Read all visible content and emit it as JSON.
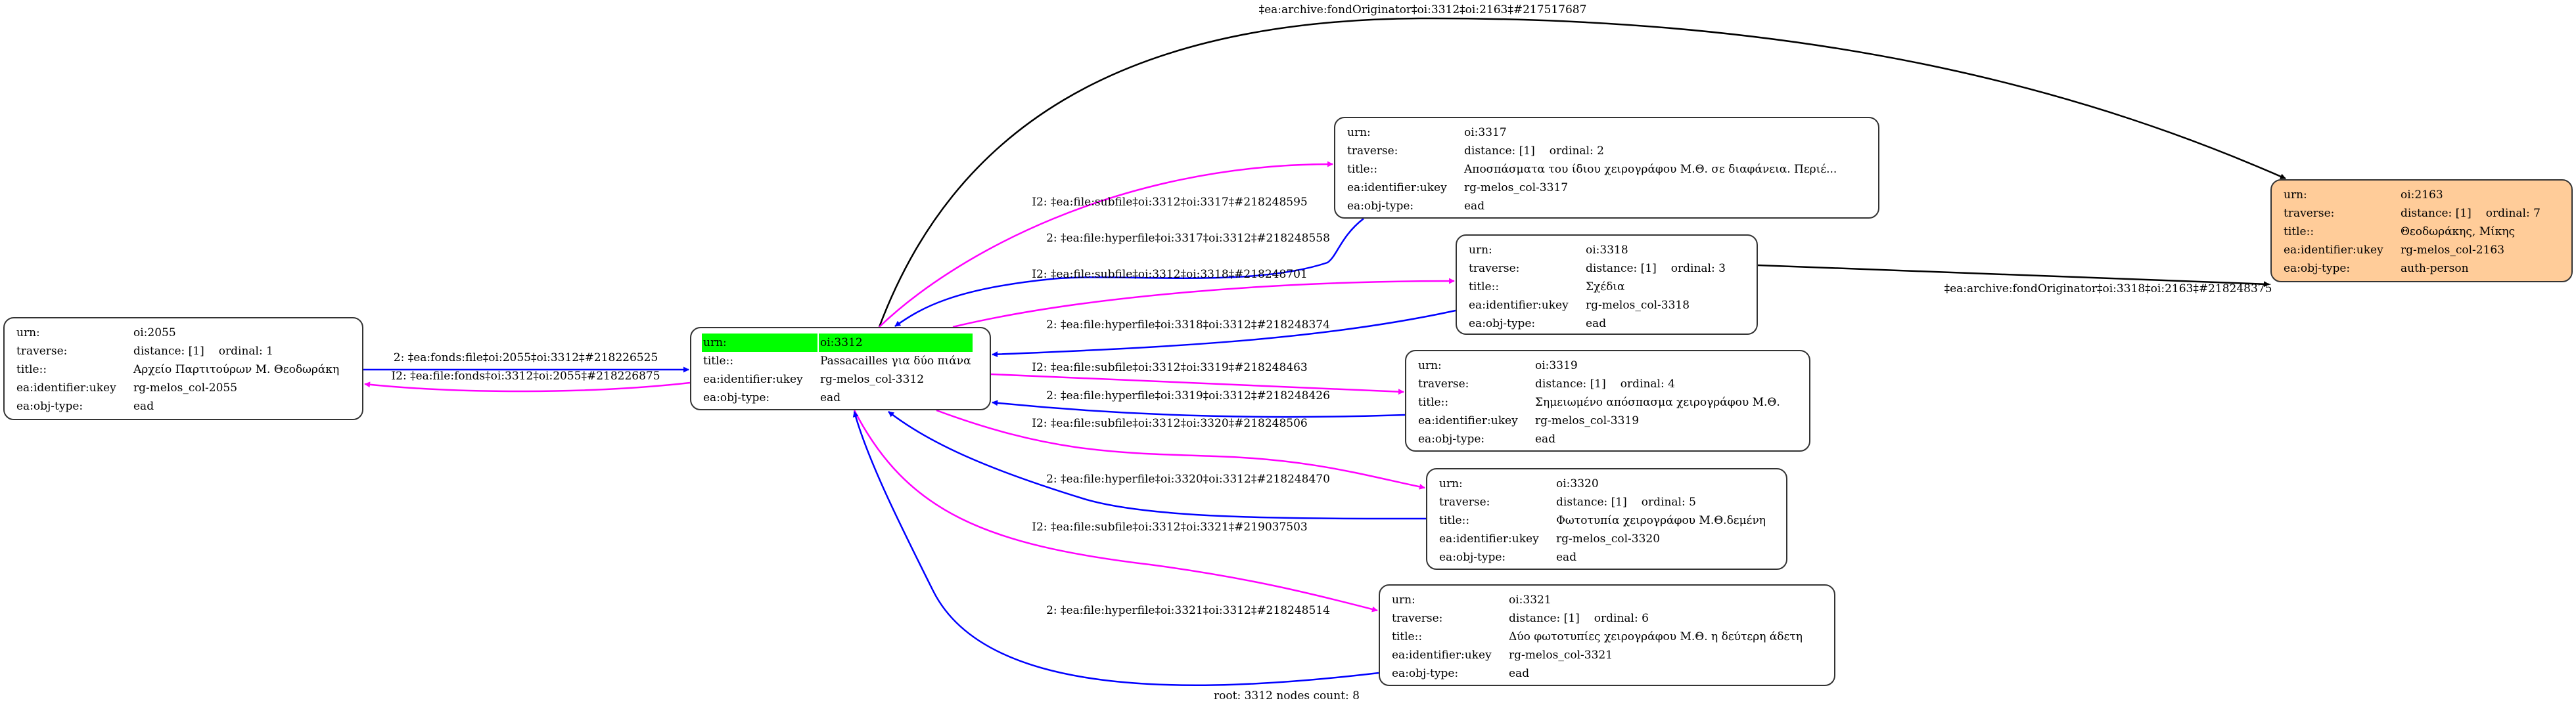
{
  "colors": {
    "forward": "#ff00ff",
    "backward": "#0000ff",
    "archive": "#000000",
    "root_highlight": "#00ff00",
    "auth_fill": "#ffcc99"
  },
  "nodes": [
    {
      "id": "2055",
      "rows": [
        {
          "label": "urn:",
          "value": "oi:2055"
        },
        {
          "label": "traverse:",
          "value": "distance: [1]",
          "value2": "ordinal: 1"
        },
        {
          "label": "title::",
          "value": "Αρχείο Παρτιτούρων Μ. Θεοδωράκη"
        },
        {
          "label": "ea:identifier:ukey",
          "value": "rg-melos_col-2055"
        },
        {
          "label": "ea:obj-type:",
          "value": "ead"
        }
      ]
    },
    {
      "id": "3312",
      "root": true,
      "rows": [
        {
          "label": "urn:",
          "value": "oi:3312"
        },
        {
          "label": "title::",
          "value": "Passacailles για δύο πιάνα"
        },
        {
          "label": "ea:identifier:ukey",
          "value": "rg-melos_col-3312"
        },
        {
          "label": "ea:obj-type:",
          "value": "ead"
        }
      ]
    },
    {
      "id": "3317",
      "rows": [
        {
          "label": "urn:",
          "value": "oi:3317"
        },
        {
          "label": "traverse:",
          "value": "distance: [1]",
          "value2": "ordinal: 2"
        },
        {
          "label": "title::",
          "value": "Αποσπάσματα του ίδιου χειρογράφου Μ.Θ. σε διαφάνεια. Περιέ..."
        },
        {
          "label": "ea:identifier:ukey",
          "value": "rg-melos_col-3317"
        },
        {
          "label": "ea:obj-type:",
          "value": "ead"
        }
      ]
    },
    {
      "id": "3318",
      "rows": [
        {
          "label": "urn:",
          "value": "oi:3318"
        },
        {
          "label": "traverse:",
          "value": "distance: [1]",
          "value2": "ordinal: 3"
        },
        {
          "label": "title::",
          "value": "Σχέδια"
        },
        {
          "label": "ea:identifier:ukey",
          "value": "rg-melos_col-3318"
        },
        {
          "label": "ea:obj-type:",
          "value": "ead"
        }
      ]
    },
    {
      "id": "3319",
      "rows": [
        {
          "label": "urn:",
          "value": "oi:3319"
        },
        {
          "label": "traverse:",
          "value": "distance: [1]",
          "value2": "ordinal: 4"
        },
        {
          "label": "title::",
          "value": "Σημειωμένο απόσπασμα χειρογράφου Μ.Θ."
        },
        {
          "label": "ea:identifier:ukey",
          "value": "rg-melos_col-3319"
        },
        {
          "label": "ea:obj-type:",
          "value": "ead"
        }
      ]
    },
    {
      "id": "3320",
      "rows": [
        {
          "label": "urn:",
          "value": "oi:3320"
        },
        {
          "label": "traverse:",
          "value": "distance: [1]",
          "value2": "ordinal: 5"
        },
        {
          "label": "title::",
          "value": "Φωτοτυπία χειρογράφου Μ.Θ.δεμένη"
        },
        {
          "label": "ea:identifier:ukey",
          "value": "rg-melos_col-3320"
        },
        {
          "label": "ea:obj-type:",
          "value": "ead"
        }
      ]
    },
    {
      "id": "3321",
      "rows": [
        {
          "label": "urn:",
          "value": "oi:3321"
        },
        {
          "label": "traverse:",
          "value": "distance: [1]",
          "value2": "ordinal: 6"
        },
        {
          "label": "title::",
          "value": "Δύο φωτοτυπίες χειρογράφου Μ.Θ. η δεύτερη άδετη"
        },
        {
          "label": "ea:identifier:ukey",
          "value": "rg-melos_col-3321"
        },
        {
          "label": "ea:obj-type:",
          "value": "ead"
        }
      ]
    },
    {
      "id": "2163",
      "auth": true,
      "rows": [
        {
          "label": "urn:",
          "value": "oi:2163"
        },
        {
          "label": "traverse:",
          "value": "distance: [1]",
          "value2": "ordinal: 7"
        },
        {
          "label": "title::",
          "value": "Θεοδωράκης, Μίκης"
        },
        {
          "label": "ea:identifier:ukey",
          "value": "rg-melos_col-2163"
        },
        {
          "label": "ea:obj-type:",
          "value": "auth-person"
        }
      ]
    }
  ],
  "edges": [
    {
      "from": "2055",
      "to": "3312",
      "kind": "backward",
      "label": "2: ‡ea:fonds:file‡oi:2055‡oi:3312‡#218226525"
    },
    {
      "from": "3312",
      "to": "2055",
      "kind": "forward",
      "label": "I2: ‡ea:file:fonds‡oi:3312‡oi:2055‡#218226875"
    },
    {
      "from": "3312",
      "to": "2163",
      "kind": "archive",
      "label": "‡ea:archive:fondOriginator‡oi:3312‡oi:2163‡#217517687"
    },
    {
      "from": "3318",
      "to": "2163",
      "kind": "archive",
      "label": "‡ea:archive:fondOriginator‡oi:3318‡oi:2163‡#218248375"
    },
    {
      "from": "3312",
      "to": "3317",
      "kind": "forward",
      "label": "I2: ‡ea:file:subfile‡oi:3312‡oi:3317‡#218248595"
    },
    {
      "from": "3317",
      "to": "3312",
      "kind": "backward",
      "label": "2: ‡ea:file:hyperfile‡oi:3317‡oi:3312‡#218248558"
    },
    {
      "from": "3312",
      "to": "3318",
      "kind": "forward",
      "label": "I2: ‡ea:file:subfile‡oi:3312‡oi:3318‡#218248701"
    },
    {
      "from": "3318",
      "to": "3312",
      "kind": "backward",
      "label": "2: ‡ea:file:hyperfile‡oi:3318‡oi:3312‡#218248374"
    },
    {
      "from": "3312",
      "to": "3319",
      "kind": "forward",
      "label": "I2: ‡ea:file:subfile‡oi:3312‡oi:3319‡#218248463"
    },
    {
      "from": "3319",
      "to": "3312",
      "kind": "backward",
      "label": "2: ‡ea:file:hyperfile‡oi:3319‡oi:3312‡#218248426"
    },
    {
      "from": "3312",
      "to": "3320",
      "kind": "forward",
      "label": "I2: ‡ea:file:subfile‡oi:3312‡oi:3320‡#218248506"
    },
    {
      "from": "3320",
      "to": "3312",
      "kind": "backward",
      "label": "2: ‡ea:file:hyperfile‡oi:3320‡oi:3312‡#218248470"
    },
    {
      "from": "3312",
      "to": "3321",
      "kind": "forward",
      "label": "I2: ‡ea:file:subfile‡oi:3312‡oi:3321‡#219037503"
    },
    {
      "from": "3321",
      "to": "3312",
      "kind": "backward",
      "label": "2: ‡ea:file:hyperfile‡oi:3321‡oi:3312‡#218248514"
    }
  ],
  "footer": "root: 3312 nodes count: 8"
}
